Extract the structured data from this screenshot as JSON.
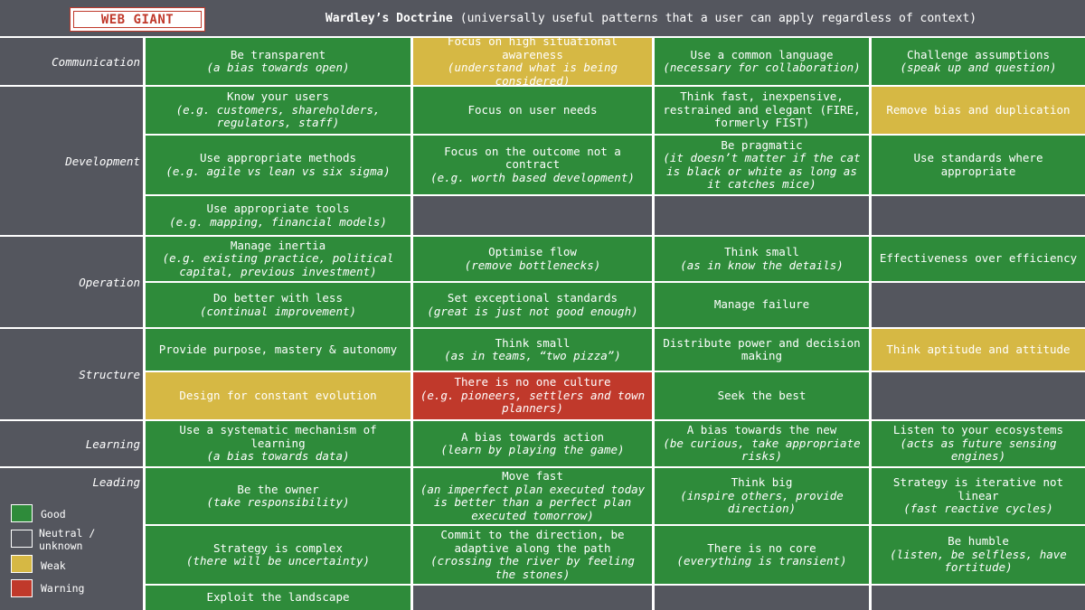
{
  "header": {
    "badge": "WEB GIANT",
    "title": "Wardley’s Doctrine",
    "subtitle": "(universally useful patterns that a user can apply regardless of context)"
  },
  "categories": {
    "communication": "Communication",
    "development": "Development",
    "operation": "Operation",
    "structure": "Structure",
    "learning": "Learning",
    "leading": "Leading"
  },
  "legend": [
    {
      "label": "Good",
      "color": "#2e8b3a"
    },
    {
      "label": "Neutral / unknown",
      "color": "#54565e"
    },
    {
      "label": "Weak",
      "color": "#d6b844"
    },
    {
      "label": "Warning",
      "color": "#c0392b"
    }
  ],
  "cells": {
    "c1": {
      "t": "Be transparent",
      "s": "(a bias towards open)"
    },
    "c2": {
      "t": "Focus on high situational awareness",
      "s": "(understand what is being considered)"
    },
    "c3": {
      "t": "Use a common language",
      "s": "(necessary for collaboration)"
    },
    "c4": {
      "t": "Challenge assumptions",
      "s": "(speak up and question)"
    },
    "d1": {
      "t": "Know your users",
      "s": "(e.g. customers, shareholders, regulators, staff)"
    },
    "d2": {
      "t": "Focus on user needs",
      "s": ""
    },
    "d3": {
      "t": "Think fast, inexpensive, restrained and elegant (FIRE, formerly FIST)",
      "s": ""
    },
    "d4": {
      "t": "Remove bias and duplication",
      "s": ""
    },
    "d5": {
      "t": "Use appropriate methods",
      "s": "(e.g. agile vs lean vs six sigma)"
    },
    "d6": {
      "t": "Focus on the outcome not a contract",
      "s": "(e.g. worth based development)"
    },
    "d7": {
      "t": "Be pragmatic",
      "s": "(it doesn’t matter if the cat is black or white as long as it catches mice)"
    },
    "d8": {
      "t": "Use standards where appropriate",
      "s": ""
    },
    "d9": {
      "t": "Use appropriate tools",
      "s": "(e.g. mapping, financial models)"
    },
    "o1": {
      "t": "Manage inertia",
      "s": "(e.g. existing practice, political capital, previous investment)"
    },
    "o2": {
      "t": "Optimise flow",
      "s": "(remove bottlenecks)"
    },
    "o3": {
      "t": "Think small",
      "s": "(as in know the details)"
    },
    "o4": {
      "t": "Effectiveness over efficiency",
      "s": ""
    },
    "o5": {
      "t": "Do better with less",
      "s": "(continual improvement)"
    },
    "o6": {
      "t": "Set exceptional standards",
      "s": "(great is just not good enough)"
    },
    "o7": {
      "t": "Manage failure",
      "s": ""
    },
    "s1": {
      "t": "Provide purpose, mastery & autonomy",
      "s": ""
    },
    "s2": {
      "t": "Think small",
      "s": "(as in teams, “two pizza”)"
    },
    "s3": {
      "t": "Distribute power and decision making",
      "s": ""
    },
    "s4": {
      "t": "Think aptitude and attitude",
      "s": ""
    },
    "s5": {
      "t": "Design for constant evolution",
      "s": ""
    },
    "s6": {
      "t": "There is no one culture",
      "s": "(e.g. pioneers, settlers and town planners)"
    },
    "s7": {
      "t": "Seek the best",
      "s": ""
    },
    "l1": {
      "t": "Use a systematic mechanism of learning",
      "s": "(a bias towards data)"
    },
    "l2": {
      "t": "A bias towards action",
      "s": "(learn by playing the game)"
    },
    "l3": {
      "t": "A bias towards the new",
      "s": "(be curious, take appropriate risks)"
    },
    "l4": {
      "t": "Listen to your ecosystems",
      "s": "(acts as future sensing engines)"
    },
    "p1": {
      "t": "Be the owner",
      "s": "(take responsibility)"
    },
    "p2": {
      "t": "Move fast",
      "s": "(an imperfect plan executed today is better than a perfect plan executed tomorrow)"
    },
    "p3": {
      "t": "Think big",
      "s": "(inspire others, provide direction)"
    },
    "p4": {
      "t": "Strategy is iterative not linear",
      "s": "(fast reactive cycles)"
    },
    "p5": {
      "t": "Strategy is complex",
      "s": "(there will be uncertainty)"
    },
    "p6": {
      "t": "Commit to the direction, be adaptive along the path",
      "s": "(crossing the river by feeling the stones)"
    },
    "p7": {
      "t": "There is no core",
      "s": "(everything is transient)"
    },
    "p8": {
      "t": "Be humble",
      "s": "(listen, be selfless, have fortitude)"
    },
    "p9": {
      "t": "Exploit the landscape",
      "s": ""
    }
  }
}
